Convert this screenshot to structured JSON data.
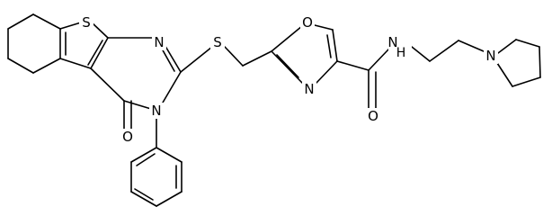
{
  "diagram": {
    "type": "chemical-structure",
    "atom_labels": {
      "thiophene_s": "S",
      "pyrimidine_n_top": "N",
      "pyrimidine_n_benzyl": "N",
      "carbonyl_o_ring": "O",
      "thioether_s": "S",
      "oxazole_o": "O",
      "oxazole_n": "N",
      "amide_o": "O",
      "amide_nh": "N",
      "amide_h": "H",
      "pyrrolidine_n": "N"
    }
  }
}
